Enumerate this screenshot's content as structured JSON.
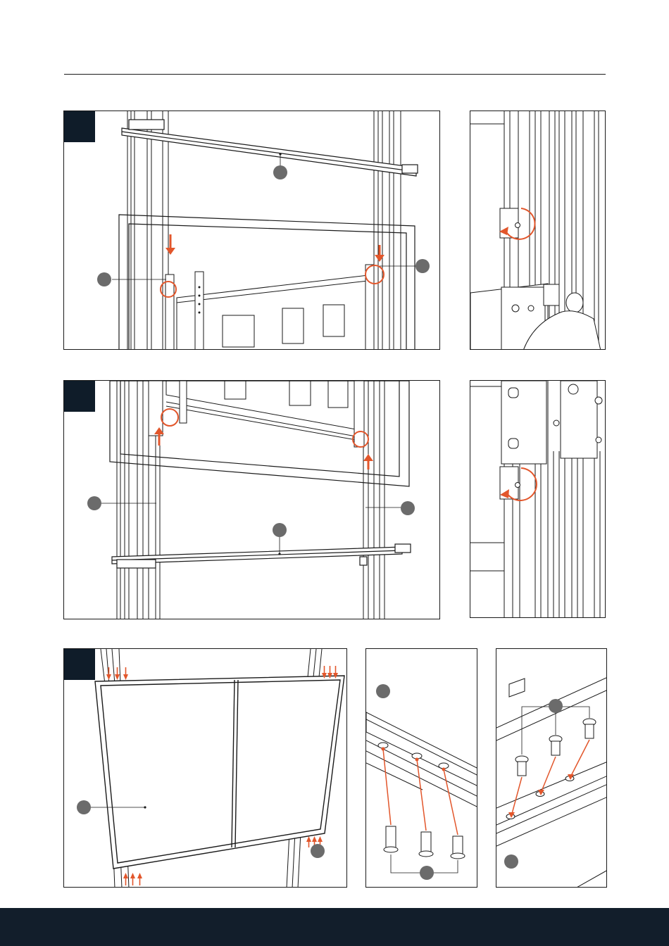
{
  "colors": {
    "accent": "#e2562b",
    "tab": "#0f1c29",
    "footer": "#121e2b",
    "marker": "#6b6b6b",
    "line": "#1a1a1a"
  },
  "steps": [
    {
      "id": "step-a",
      "tab_visible": true
    },
    {
      "id": "step-b",
      "tab_visible": true
    },
    {
      "id": "step-c",
      "tab_visible": true
    }
  ],
  "icons": [
    "down-arrow-icon",
    "up-arrow-icon",
    "rotate-arrow-icon",
    "callout-marker",
    "screw-icon"
  ]
}
